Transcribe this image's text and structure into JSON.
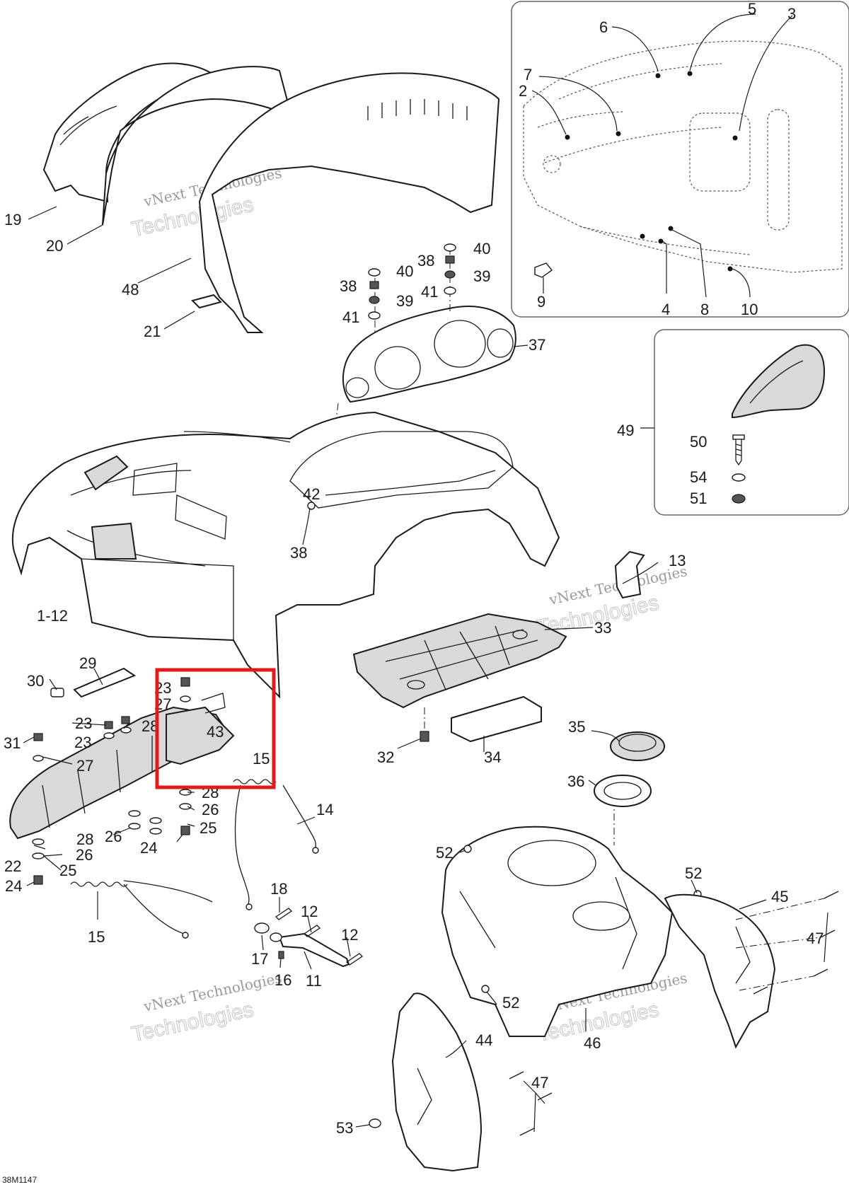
{
  "diagram": {
    "reference_code": "38M1147",
    "highlight_color": "#e01b1b",
    "watermark": {
      "line1": "vNext Technologies",
      "line2": "Technologies"
    },
    "callouts": {
      "c1_12": "1-12",
      "c2": "2",
      "c3": "3",
      "c4": "4",
      "c5": "5",
      "c6": "6",
      "c7": "7",
      "c8": "8",
      "c9": "9",
      "c10": "10",
      "c11": "11",
      "c12a": "12",
      "c12b": "12",
      "c13": "13",
      "c14": "14",
      "c15a": "15",
      "c15b": "15",
      "c16": "16",
      "c17": "17",
      "c18": "18",
      "c19": "19",
      "c20": "20",
      "c21": "21",
      "c22": "22",
      "c23a": "23",
      "c23b": "23",
      "c23c": "23",
      "c24a": "24",
      "c24b": "24",
      "c25a": "25",
      "c25b": "25",
      "c26a": "26",
      "c26b": "26",
      "c26c": "26",
      "c27a": "27",
      "c27b": "27",
      "c28a": "28",
      "c28b": "28",
      "c28c": "28",
      "c29": "29",
      "c30": "30",
      "c31": "31",
      "c32": "32",
      "c33": "33",
      "c34": "34",
      "c35": "35",
      "c36": "36",
      "c37": "37",
      "c38a": "38",
      "c38b": "38",
      "c38c": "38",
      "c39a": "39",
      "c39b": "39",
      "c40a": "40",
      "c40b": "40",
      "c41a": "41",
      "c41b": "41",
      "c42": "42",
      "c43": "43",
      "c44": "44",
      "c45": "45",
      "c46": "46",
      "c47a": "47",
      "c47b": "47",
      "c48": "48",
      "c49": "49",
      "c50": "50",
      "c51": "51",
      "c52a": "52",
      "c52b": "52",
      "c52c": "52",
      "c53": "53",
      "c54": "54"
    }
  }
}
